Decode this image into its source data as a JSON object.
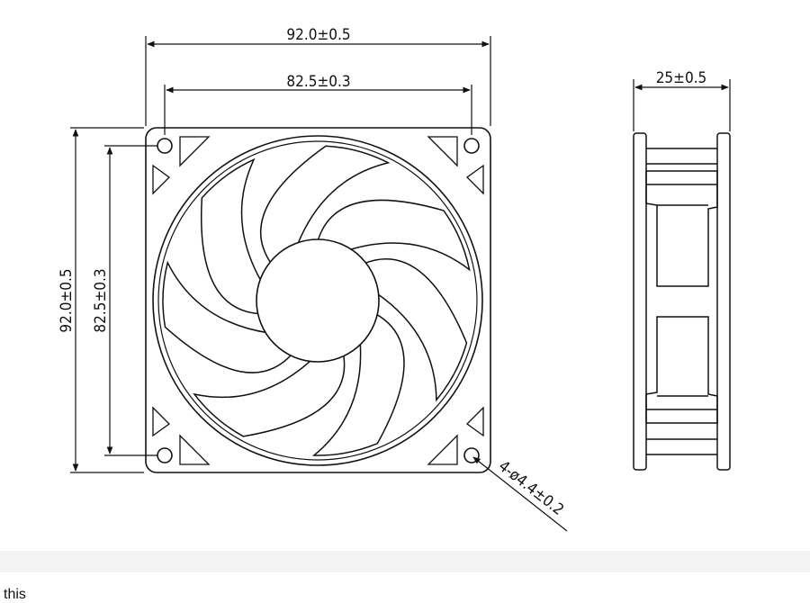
{
  "dimensions": {
    "front_overall_width": "92.0±0.5",
    "front_hole_pitch_width": "82.5±0.3",
    "front_overall_height": "92.0±0.5",
    "front_hole_pitch_height": "82.5±0.3",
    "side_depth": "25±0.5",
    "mounting_holes": "4-ø4.4±0.2"
  },
  "caption": "this",
  "colors": {
    "line": "#111111",
    "band": "#f3f3f3",
    "background": "#ffffff"
  }
}
